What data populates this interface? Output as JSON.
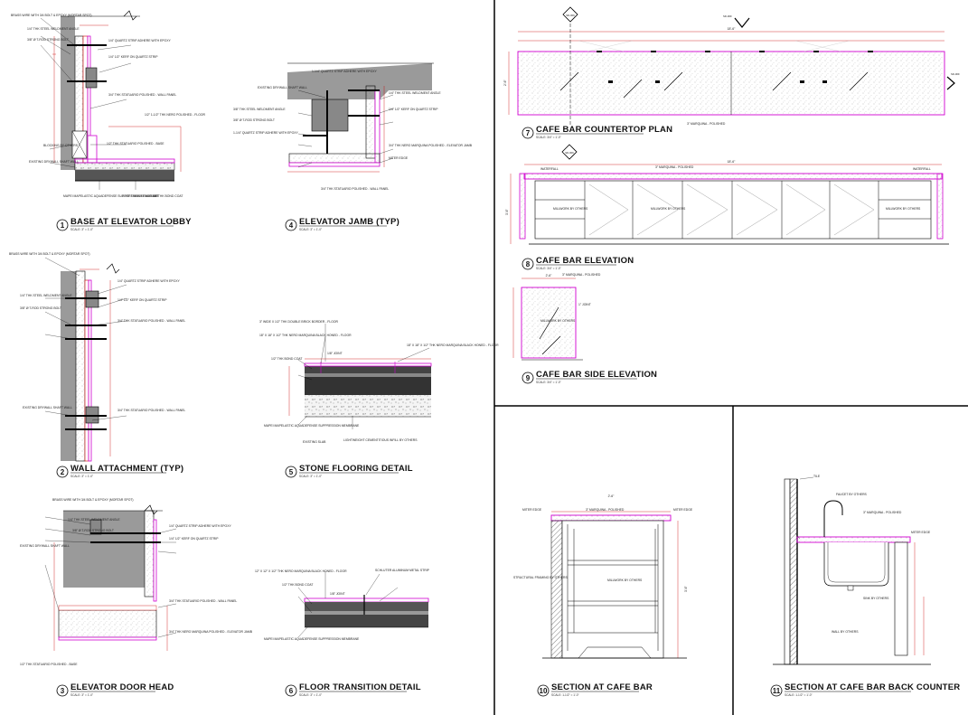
{
  "details": [
    {
      "num": "1",
      "title": "BASE AT ELEVATOR LOBBY",
      "scale": "SCALE: 3\" = 1'-0\""
    },
    {
      "num": "2",
      "title": "WALL ATTACHMENT (TYP)",
      "scale": "SCALE: 3\" = 1'-0\""
    },
    {
      "num": "3",
      "title": "ELEVATOR DOOR HEAD",
      "scale": "SCALE: 3\" = 1'-0\""
    },
    {
      "num": "4",
      "title": "ELEVATOR JAMB (TYP)",
      "scale": "SCALE: 3\" = 1'-0\""
    },
    {
      "num": "5",
      "title": "STONE FLOORING DETAIL",
      "scale": "SCALE: 3\" = 1'-0\""
    },
    {
      "num": "6",
      "title": "FLOOR TRANSITION DETAIL",
      "scale": "SCALE: 3\" = 1'-0\""
    },
    {
      "num": "7",
      "title": "CAFE BAR COUNTERTOP PLAN",
      "scale": "SCALE: 3/4\" = 1'-0\""
    },
    {
      "num": "8",
      "title": "CAFE BAR ELEVATION",
      "scale": "SCALE: 3/4\" = 1'-0\""
    },
    {
      "num": "9",
      "title": "CAFE BAR SIDE ELEVATION",
      "scale": "SCALE: 3/4\" = 1'-0\""
    },
    {
      "num": "10",
      "title": "SECTION AT CAFE BAR",
      "scale": "SCALE: 1-1/2\" = 1'-0\""
    },
    {
      "num": "11",
      "title": "SECTION AT CAFE BAR BACK COUNTER",
      "scale": "SCALE: 1-1/2\" = 1'-0\""
    }
  ],
  "ref_tags": {
    "plan_left": "SD-009",
    "plan_right": "SD-009",
    "plan_arrow_right": "SD-009",
    "elev_marker": "SD-009"
  },
  "notes": {
    "d1": [
      "BRASS WIRE WITH 3/4 BOLT & EPOXY (MORTAR SPOT)",
      "1/4\" THK STEEL WELDMENT ANGLE",
      "3/8\" Ø T-ROD STRONG BOLT",
      "1/4\" QUARTZ STRIP ADHERE WITH EPOXY",
      "1/4\" 1/2\" KERF ON QUARTZ STRIP",
      "3/4\" THK STATUARIO POLISHED - WALL PANEL",
      "BLOCKING BY OTHERS",
      "EXISTING DRYWALL SHAFT WALL",
      "1/2\" THK STATUARIO POLISHED - BASE",
      "1/2\" 1-1/2\" THK NERO POLISHED - FLOOR",
      "MAPEI MAPELASTIC AQUADEFENSE SUPPRESSION MEMBRANE",
      "1-1/2\" THINSET MUD SET",
      "1/4\" THK BOND COAT"
    ],
    "d4": [
      "1-1/4\" QUARTZ STRIP ADHERE WITH EPOXY",
      "EXISTING DRYWALL SHAFT WALL",
      "3/8\" THK STEEL WELDMENT ANGLE",
      "3/8\" Ø T-ROD STRONG BOLT",
      "1-1/4\" QUARTZ STRIP ADHERE WITH EPOXY",
      "3/4\" THK STATUARIO POLISHED - WALL PANEL",
      "3/4\" THK NERO MARQUINA POLISHED - ELEVATOR JAMB",
      "MITER EDGE"
    ],
    "d5": [
      "3\" WIDE X 1/2\" THK DOUBLE BRICK BORDER - FLOOR",
      "18\" X 18\" X 1/2\" THK NERO MARQUINA BLACK HONED - FLOOR",
      "1/2\" THK BOND COAT",
      "MAPEI MAPELASTIC AQUADEFENSE SUPPRESSION MEMBRANE",
      "EXISTING SLAB",
      "LIGHTWEIGHT CEMENTITIOUS INFILL BY OTHERS",
      "18\" X 18\" X 1/2\" THK NERO MARQUINA BLACK HONED - FLOOR",
      "1/8\" JOINT"
    ],
    "d6": [
      "12\" X 12\" X 1/2\" THK NERO MARQUINA BLACK HONED - FLOOR",
      "SCHLUTER ALUMINUM METAL STRIP",
      "1/2\" THK BOND COAT",
      "MAPEI MAPELASTIC AQUADEFENSE SUPPRESSION MEMBRANE",
      "1/8\" JOINT"
    ],
    "d7": [
      "3\" MARQUINA - POLISHED"
    ],
    "d8": [
      "WATERFALL",
      "3\" MARQUINA - POLISHED",
      "MILLWORK BY OTHERS"
    ],
    "d9": [
      "3\" MARQUINA - POLISHED",
      "MILLWORK BY OTHERS",
      "1\" JOINT"
    ],
    "d10": [
      "MITER EDGE",
      "3\" MARQUINA - POLISHED",
      "MITER EDGE",
      "STRUCTURAL FRAMING BY OTHERS",
      "MILLWORK BY OTHERS"
    ],
    "d11": [
      "TILE",
      "FAUCET BY OTHERS",
      "3\" MARQUINA - POLISHED",
      "MITER EDGE",
      "SINK BY OTHERS",
      "WALL BY OTHERS"
    ]
  },
  "dims": {
    "plan_overall": "18'-6\"",
    "plan_depth": "2'-6\"",
    "elev_overall": "18'-6\"",
    "elev_height": "3'-6\"",
    "side_width": "2'-6\"",
    "sec10_width": "2'-6\"",
    "sec10_height": "3'-6\"",
    "joint": "1/8\" JOINT"
  }
}
